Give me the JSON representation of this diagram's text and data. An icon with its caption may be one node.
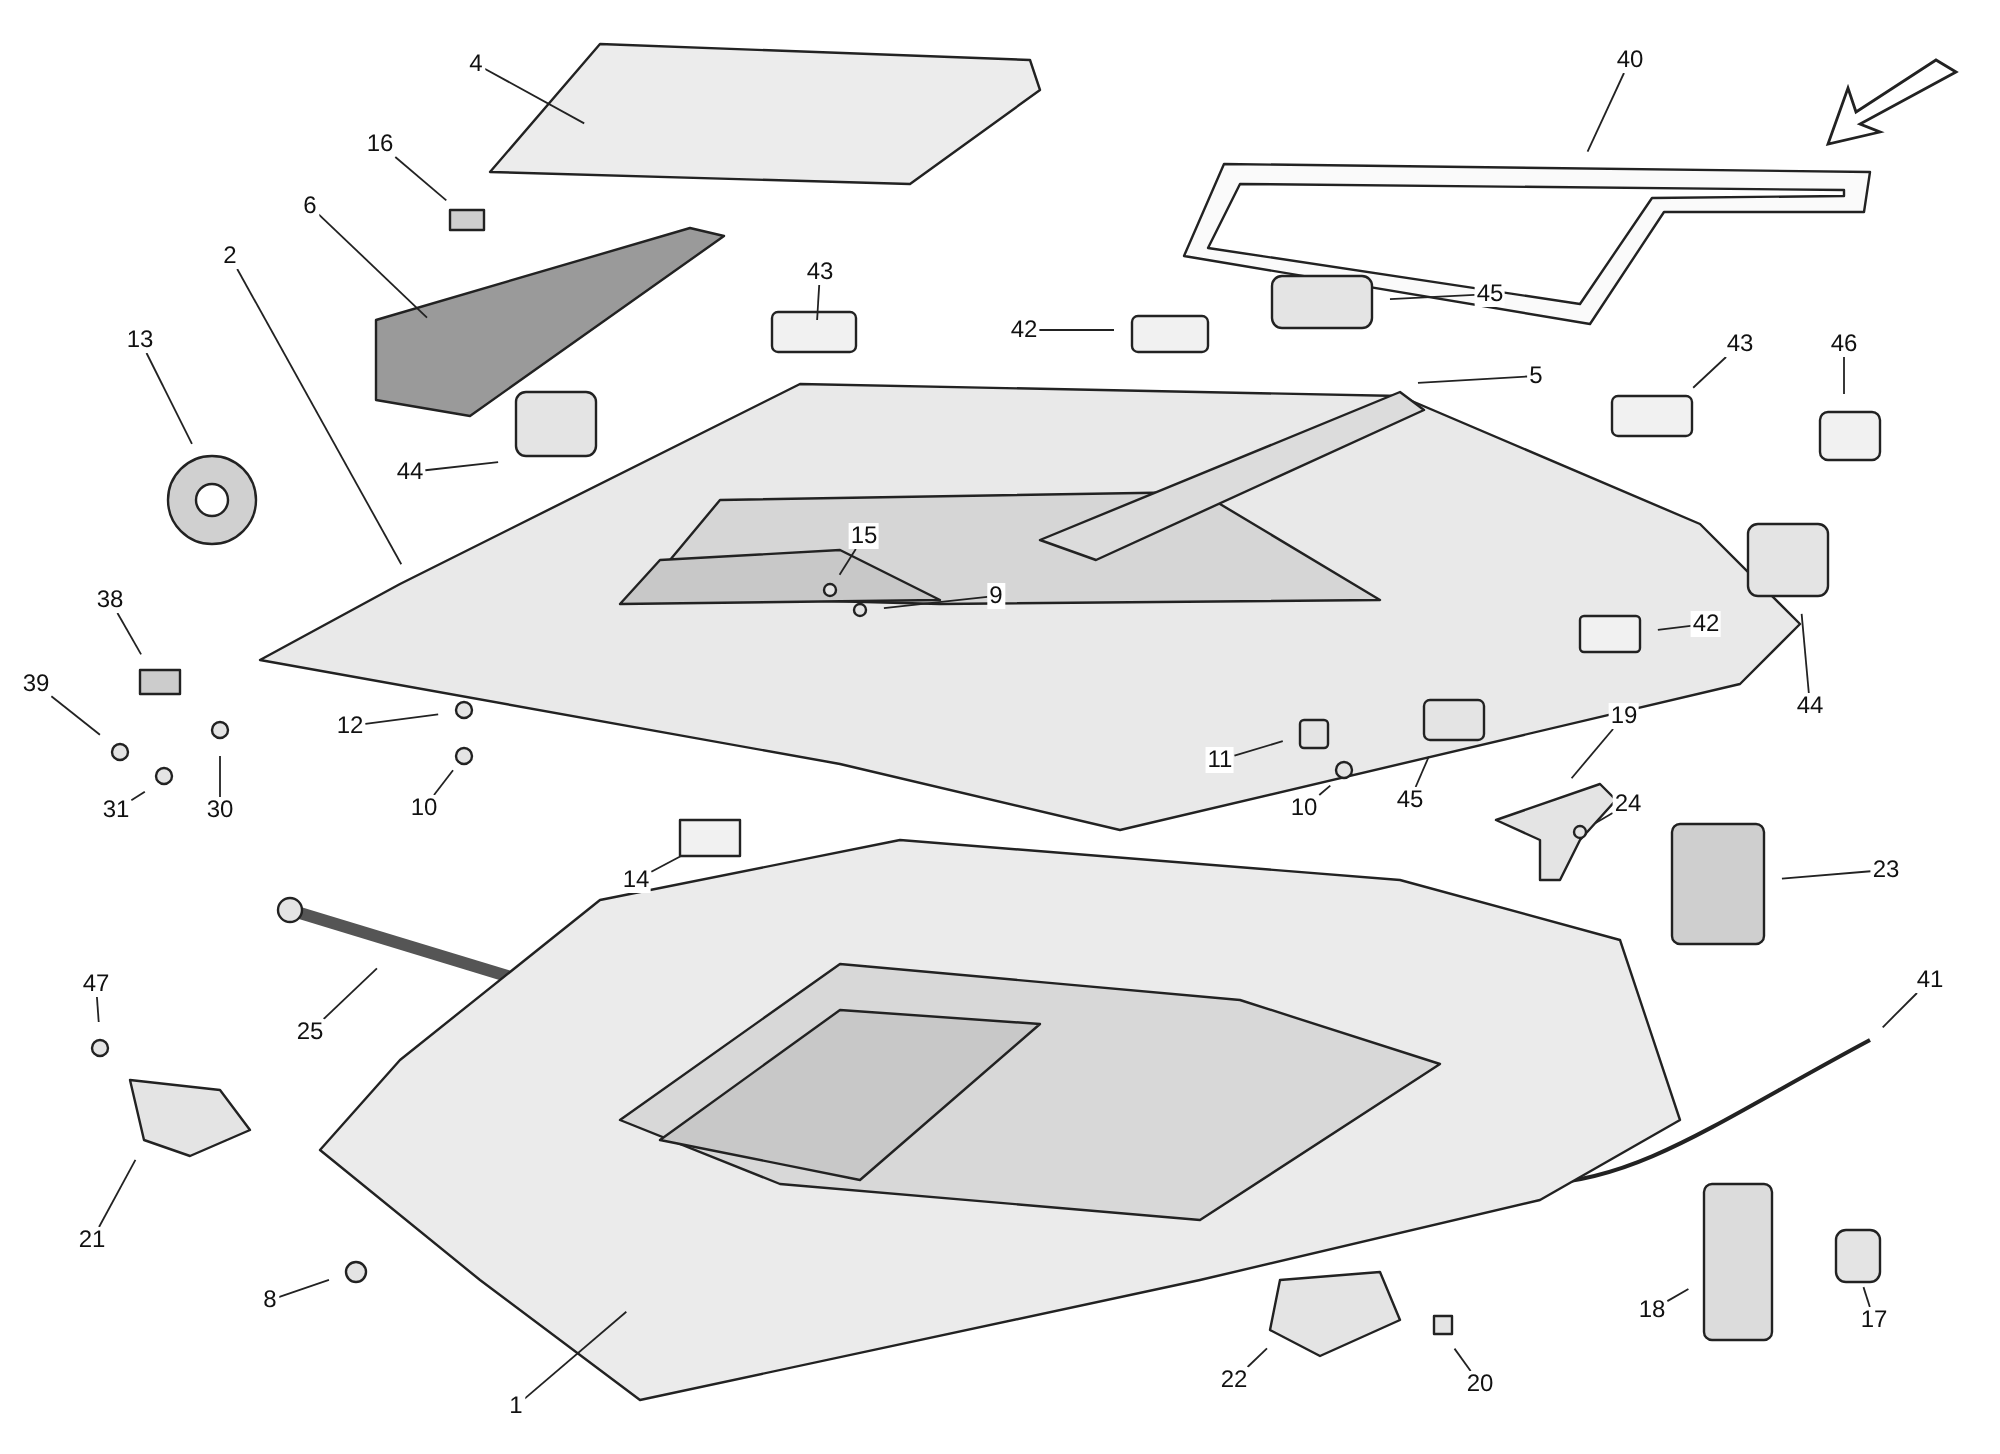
{
  "diagram": {
    "nodes": [
      {
        "text": [
          "4"
        ]
      },
      {
        "text": [
          "40"
        ]
      },
      {
        "text": [
          "16"
        ]
      },
      {
        "text": [
          "6"
        ]
      },
      {
        "text": [
          "2"
        ]
      },
      {
        "text": [
          "43"
        ]
      },
      {
        "text": [
          "42"
        ]
      },
      {
        "text": [
          "45"
        ]
      },
      {
        "text": [
          "5"
        ]
      },
      {
        "text": [
          "13"
        ]
      },
      {
        "text": [
          "44"
        ]
      },
      {
        "text": [
          "43"
        ]
      },
      {
        "text": [
          "46"
        ]
      },
      {
        "text": [
          "15"
        ]
      },
      {
        "text": [
          "9"
        ]
      },
      {
        "text": [
          "38"
        ]
      },
      {
        "text": [
          "39"
        ]
      },
      {
        "text": [
          "42"
        ]
      },
      {
        "text": [
          "44"
        ]
      },
      {
        "text": [
          "12"
        ]
      },
      {
        "text": [
          "30"
        ]
      },
      {
        "text": [
          "31"
        ]
      },
      {
        "text": [
          "10"
        ]
      },
      {
        "text": [
          "11"
        ]
      },
      {
        "text": [
          "10"
        ]
      },
      {
        "text": [
          "45"
        ]
      },
      {
        "text": [
          "19"
        ]
      },
      {
        "text": [
          "24"
        ]
      },
      {
        "text": [
          "23"
        ]
      },
      {
        "text": [
          "14"
        ]
      },
      {
        "text": [
          "25"
        ]
      },
      {
        "text": [
          "47"
        ]
      },
      {
        "text": [
          "41"
        ]
      },
      {
        "text": [
          "21"
        ]
      },
      {
        "text": [
          "8"
        ]
      },
      {
        "text": [
          "1"
        ]
      },
      {
        "text": [
          "22"
        ]
      },
      {
        "text": [
          "20"
        ]
      },
      {
        "text": [
          "18"
        ]
      },
      {
        "text": [
          "17"
        ]
      }
    ],
    "edges": [
      {
        "from": 0,
        "to": null,
        "arrow": "none"
      },
      {
        "from": 1,
        "to": null,
        "arrow": "none"
      },
      {
        "from": 2,
        "to": null,
        "arrow": "none"
      },
      {
        "from": 3,
        "to": null,
        "arrow": "none"
      },
      {
        "from": 4,
        "to": null,
        "arrow": "none"
      },
      {
        "from": 5,
        "to": null,
        "arrow": "none"
      },
      {
        "from": 6,
        "to": null,
        "arrow": "none"
      },
      {
        "from": 7,
        "to": null,
        "arrow": "none"
      },
      {
        "from": 8,
        "to": null,
        "arrow": "none"
      },
      {
        "from": 9,
        "to": null,
        "arrow": "none"
      },
      {
        "from": 10,
        "to": null,
        "arrow": "none"
      },
      {
        "from": 11,
        "to": null,
        "arrow": "none"
      },
      {
        "from": 12,
        "to": null,
        "arrow": "none"
      },
      {
        "from": 13,
        "to": null,
        "arrow": "none"
      },
      {
        "from": 14,
        "to": null,
        "arrow": "none"
      },
      {
        "from": 15,
        "to": null,
        "arrow": "none"
      },
      {
        "from": 16,
        "to": null,
        "arrow": "none"
      },
      {
        "from": 17,
        "to": null,
        "arrow": "none"
      },
      {
        "from": 18,
        "to": null,
        "arrow": "none"
      },
      {
        "from": 19,
        "to": null,
        "arrow": "none"
      },
      {
        "from": 20,
        "to": null,
        "arrow": "none"
      },
      {
        "from": 21,
        "to": null,
        "arrow": "none"
      },
      {
        "from": 22,
        "to": null,
        "arrow": "none"
      },
      {
        "from": 23,
        "to": null,
        "arrow": "none"
      },
      {
        "from": 24,
        "to": null,
        "arrow": "none"
      },
      {
        "from": 25,
        "to": null,
        "arrow": "none"
      },
      {
        "from": 26,
        "to": null,
        "arrow": "none"
      },
      {
        "from": 27,
        "to": null,
        "arrow": "none"
      },
      {
        "from": 28,
        "to": null,
        "arrow": "none"
      },
      {
        "from": 29,
        "to": null,
        "arrow": "none"
      },
      {
        "from": 30,
        "to": null,
        "arrow": "none"
      },
      {
        "from": 31,
        "to": null,
        "arrow": "none"
      },
      {
        "from": 32,
        "to": null,
        "arrow": "none"
      },
      {
        "from": 33,
        "to": null,
        "arrow": "none"
      },
      {
        "from": 34,
        "to": null,
        "arrow": "none"
      },
      {
        "from": 35,
        "to": null,
        "arrow": "none"
      },
      {
        "from": 36,
        "to": null,
        "arrow": "none"
      },
      {
        "from": 37,
        "to": null,
        "arrow": "none"
      },
      {
        "from": 38,
        "to": null,
        "arrow": "none"
      },
      {
        "from": 39,
        "to": null,
        "arrow": "none"
      }
    ]
  }
}
